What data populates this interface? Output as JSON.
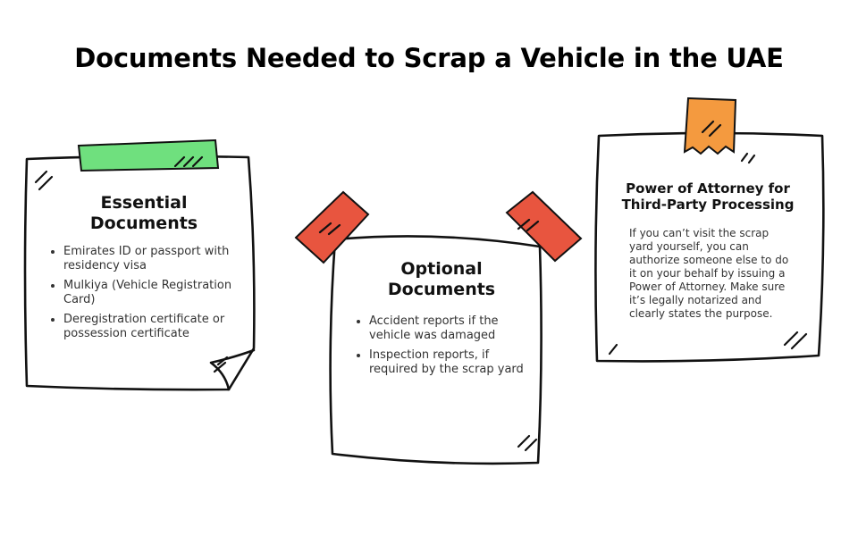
{
  "title": "Documents Needed to Scrap a Vehicle in the UAE",
  "colors": {
    "tape_green": "#6fe07e",
    "tape_red": "#e8553f",
    "tape_orange": "#f49a3f",
    "ink": "#111111"
  },
  "notes": {
    "essential": {
      "heading": "Essential Documents",
      "items": [
        "Emirates ID or passport with residency visa",
        "Mulkiya (Vehicle Registration Card)",
        "Deregistration certificate or possession certificate"
      ]
    },
    "optional": {
      "heading": "Optional Documents",
      "items": [
        "Accident reports if the vehicle was damaged",
        "Inspection reports, if required by the scrap yard"
      ]
    },
    "poa": {
      "heading": "Power of Attorney for Third-Party Processing",
      "text": "If you can’t visit the scrap yard yourself, you can authorize someone else to do it on your behalf by issuing a Power of Attorney. Make sure it’s legally notarized and clearly states the purpose."
    }
  }
}
